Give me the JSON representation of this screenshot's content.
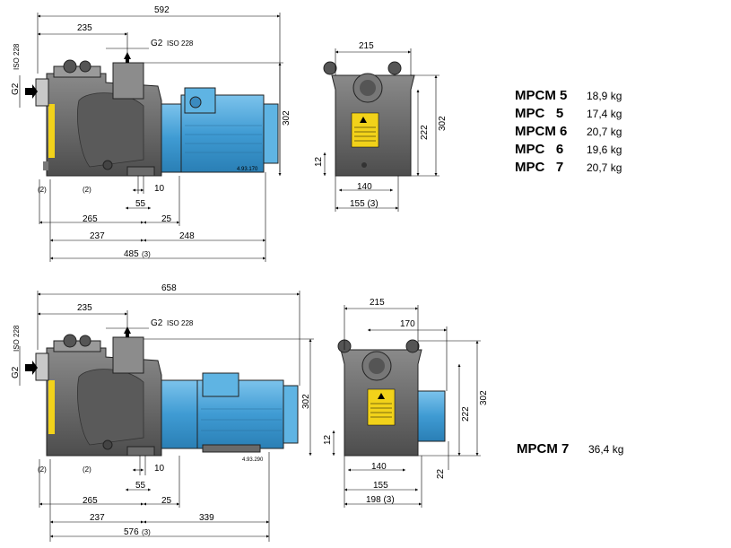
{
  "top_drawing": {
    "overall_length": "592",
    "dim_235": "235",
    "g2_label": "G2",
    "iso_label": "ISO 228",
    "vertical_iso": "ISO 228",
    "vertical_g2": "G2",
    "height_302": "302",
    "ref_code": "4.93.170",
    "note_left": "(2)",
    "note_mid": "(2)",
    "dim_10": "10",
    "dim_55": "55",
    "dim_25": "25",
    "dim_265": "265",
    "dim_237": "237",
    "dim_248": "248",
    "dim_485": "485",
    "dim_485_note": "(3)"
  },
  "top_side": {
    "width_215": "215",
    "height_302": "302",
    "height_222": "222",
    "dim_12": "12",
    "dim_140": "140",
    "dim_155": "155 (3)"
  },
  "models_top": [
    {
      "name": "MPCM 5",
      "weight": "18,9 kg"
    },
    {
      "name": "MPC   5",
      "weight": "17,4 kg"
    },
    {
      "name": "MPCM 6",
      "weight": "20,7 kg"
    },
    {
      "name": "MPC   6",
      "weight": "19,6 kg"
    },
    {
      "name": "MPC   7",
      "weight": "20,7 kg"
    }
  ],
  "bottom_drawing": {
    "overall_length": "658",
    "dim_235": "235",
    "g2_label": "G2",
    "iso_label": "ISO 228",
    "vertical_iso": "ISO 228",
    "vertical_g2": "G2",
    "height_302": "302",
    "ref_code": "4.93.290",
    "note_left": "(2)",
    "note_mid": "(2)",
    "dim_10": "10",
    "dim_55": "55",
    "dim_25": "25",
    "dim_265": "265",
    "dim_237": "237",
    "dim_339": "339",
    "dim_576": "576",
    "dim_576_note": "(3)"
  },
  "bottom_side": {
    "width_215": "215",
    "dim_170": "170",
    "height_302": "302",
    "height_222": "222",
    "dim_12": "12",
    "dim_140": "140",
    "dim_155": "155",
    "dim_198": "198 (3)",
    "dim_22": "22"
  },
  "models_bottom": [
    {
      "name": "MPCM 7",
      "weight": "36,4 kg"
    }
  ],
  "colors": {
    "pump_body": "#6e6e6e",
    "motor": "#4aa3d8",
    "warning_label": "#f2d21a",
    "lines": "#000000"
  }
}
